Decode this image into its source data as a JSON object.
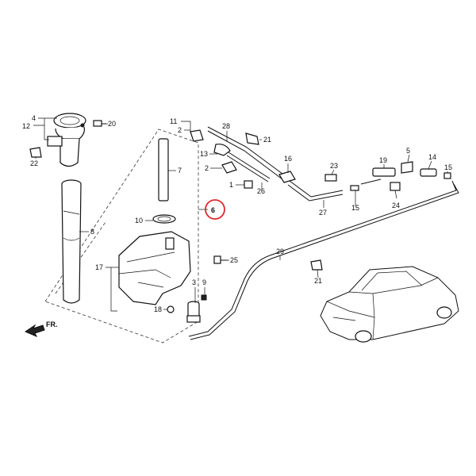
{
  "front_label": "FR.",
  "highlight_color": "#e0262b",
  "callouts": [
    "1",
    "2",
    "3",
    "4",
    "5",
    "6",
    "7",
    "8",
    "9",
    "10",
    "11",
    "12",
    "13",
    "14",
    "15",
    "16",
    "17",
    "18",
    "19",
    "20",
    "21",
    "22",
    "23",
    "24",
    "25",
    "26",
    "27",
    "28",
    "29"
  ],
  "labels": {
    "c4": "4",
    "c12": "12",
    "c20": "20",
    "c22": "22",
    "c8": "8",
    "c7": "7",
    "c10": "10",
    "c17": "17",
    "c3": "3",
    "c9": "9",
    "c18": "18",
    "c25": "25",
    "c6": "6",
    "c11": "11",
    "c2a": "2",
    "c13": "13",
    "c2b": "2",
    "c1": "1",
    "c28": "28",
    "c21a": "21",
    "c26": "26",
    "c16": "16",
    "c23": "23",
    "c27": "27",
    "c15a": "15",
    "c19": "19",
    "c24": "24",
    "c5": "5",
    "c14": "14",
    "c15b": "15",
    "c29": "29",
    "c21b": "21"
  }
}
